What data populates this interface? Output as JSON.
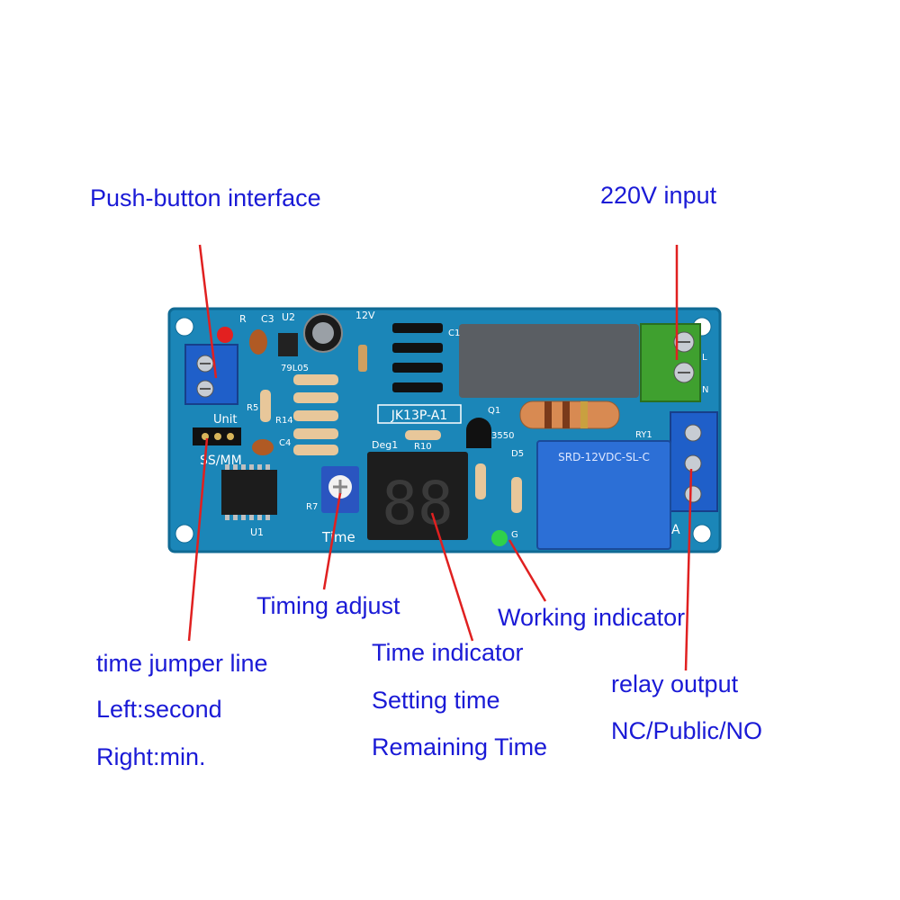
{
  "callouts": {
    "push_button": "Push-button interface",
    "input_220v": "220V input",
    "timing_adjust": "Timing adjust",
    "working_indicator": "Working indicator",
    "time_jumper": [
      "time jumper line",
      "Left:second",
      "Right:min."
    ],
    "time_indicator": [
      "Time indicator",
      "Setting time",
      "Remaining Time"
    ],
    "relay_output": [
      "relay output",
      "NC/Public/NO"
    ]
  },
  "board": {
    "model": "JK13P-A1",
    "silkscreen": {
      "unit": "Unit",
      "ss_mm": "SS/MM",
      "time": "Time",
      "deg1": "Deg1",
      "v12": "12V",
      "r": "R",
      "c3": "C3",
      "u2": "U2",
      "u1": "U1",
      "r5": "R5",
      "r14": "R14",
      "c4": "C4",
      "r7": "R7",
      "r10": "R10",
      "q1": "Q1",
      "t3550": "3550",
      "c1": "C1",
      "d5": "D5",
      "ry1": "RY1",
      "a": "A",
      "l": "L",
      "n": "N",
      "g": "G",
      "ic_7905": "79L05"
    },
    "relay_text": "SRD-12VDC-SL-C",
    "display_digits": "88"
  },
  "colors": {
    "label": "#1a1ad6",
    "pcb": "#1b86b8",
    "pointer": "#e02020",
    "terminal_blue": "#1f5fc9",
    "terminal_green": "#3fa02f",
    "relay": "#1f5fc9"
  }
}
